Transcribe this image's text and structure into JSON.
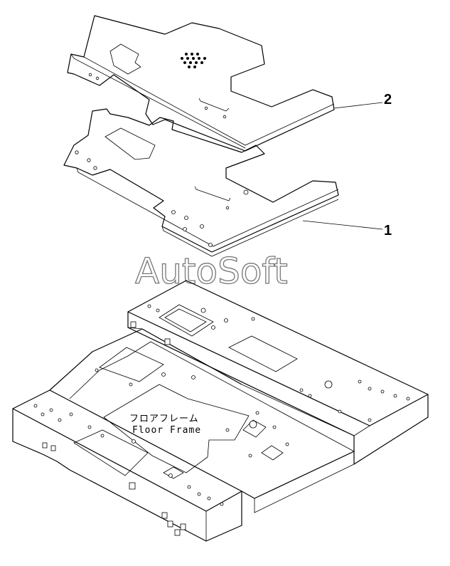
{
  "diagram": {
    "parts": [
      {
        "id": "plate-upper",
        "number": "2"
      },
      {
        "id": "plate-lower",
        "number": "1"
      }
    ],
    "frame": {
      "label_jp": "フロアフレーム",
      "label_en": "Floor Frame"
    },
    "watermark": "AutoSoft"
  }
}
